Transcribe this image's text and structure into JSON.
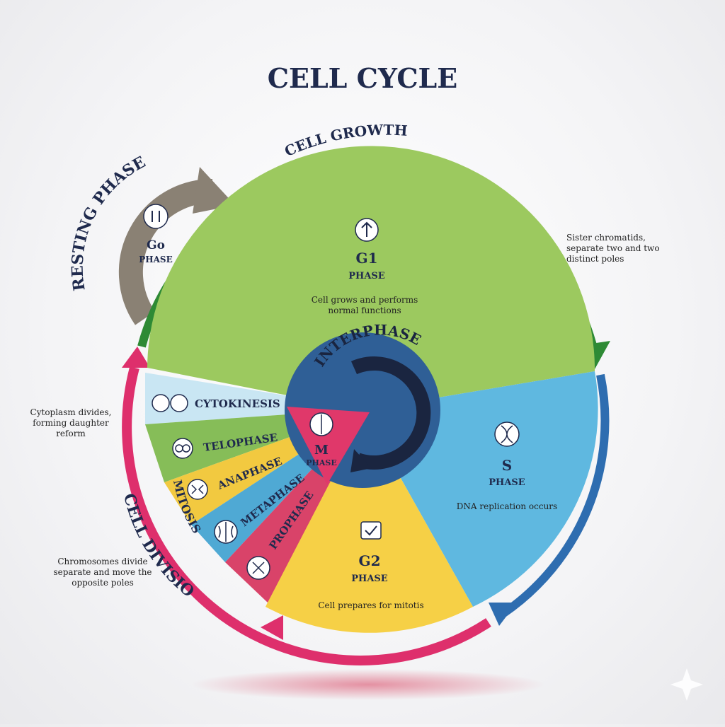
{
  "title": "CELL CYCLE",
  "cell_growth": "CELL GROWTH",
  "resting_phase": "RESTING PHASE",
  "cell_division": "CELL DIVISION",
  "mitosis": "MITOSIS",
  "interphase": "INTERPHASE",
  "go_phase": {
    "name": "Go",
    "sub": "PHASE"
  },
  "g1": {
    "name": "G1",
    "sub": "PHASE",
    "desc": [
      "Cell grows and performs",
      "normal functions"
    ]
  },
  "s": {
    "name": "S",
    "sub": "PHASE",
    "desc": "DNA replication occurs"
  },
  "g2": {
    "name": "G2",
    "sub": "PHASE",
    "desc": "Cell prepares for mitotis"
  },
  "m": {
    "name": "M",
    "sub": "PHASE"
  },
  "mitosis_stages": [
    "CYTOKINESIS",
    "TELOPHASE",
    "ANAPHASE",
    "METAPHASE",
    "PROPHASE"
  ],
  "notes": {
    "sister": [
      "Sister chromatids,",
      "separate two and two",
      "distinct poles"
    ],
    "cyto": [
      "Cytoplasm divides,",
      "forming daughter",
      "reform"
    ],
    "chromo": [
      "Chromosomes divide",
      "separate and move the",
      "opposite poles"
    ]
  },
  "colors": {
    "g1": "#9cc95f",
    "s": "#5fb8e0",
    "g2": "#f6d046",
    "m": "#e0386a",
    "cytokinesis": "#c9e6f3",
    "telophase": "#86bd58",
    "anaphase": "#f2c940",
    "metaphase": "#4fa9d4",
    "prophase": "#d94369",
    "interphase": "#2f5f96",
    "growth_arrow": "#2e8a35",
    "s_arrow": "#2e6db0",
    "division_arrow": "#de2f6c",
    "resting_arrow": "#8a8174",
    "title": "#1f2a4d"
  }
}
